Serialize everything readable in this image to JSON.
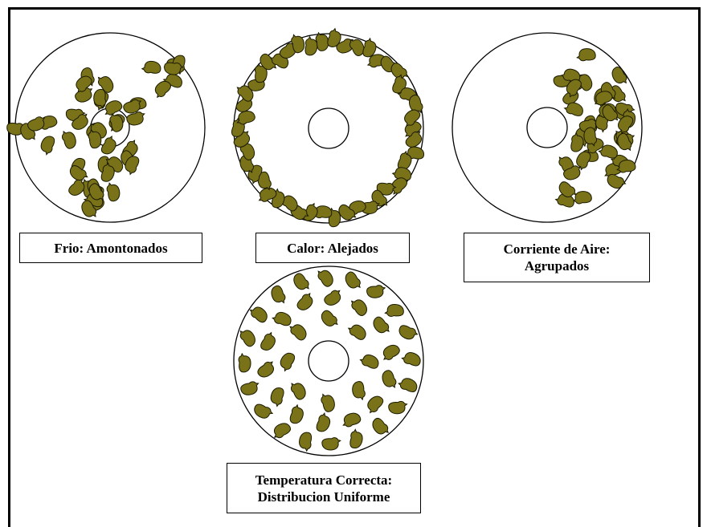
{
  "panels": [
    {
      "id": "cold",
      "lines": [
        "Frio: Amontonados"
      ]
    },
    {
      "id": "hot",
      "lines": [
        "Calor: Alejados"
      ]
    },
    {
      "id": "draft",
      "lines": [
        "Corriente de Aire:",
        "Agrupados"
      ]
    },
    {
      "id": "correct",
      "lines": [
        "Temperatura Correcta:",
        "Distribucion Uniforme"
      ]
    }
  ],
  "colors": {
    "chick_fill": "#7a7218",
    "chick_stroke": "#1a1a00",
    "line": "#000000"
  }
}
